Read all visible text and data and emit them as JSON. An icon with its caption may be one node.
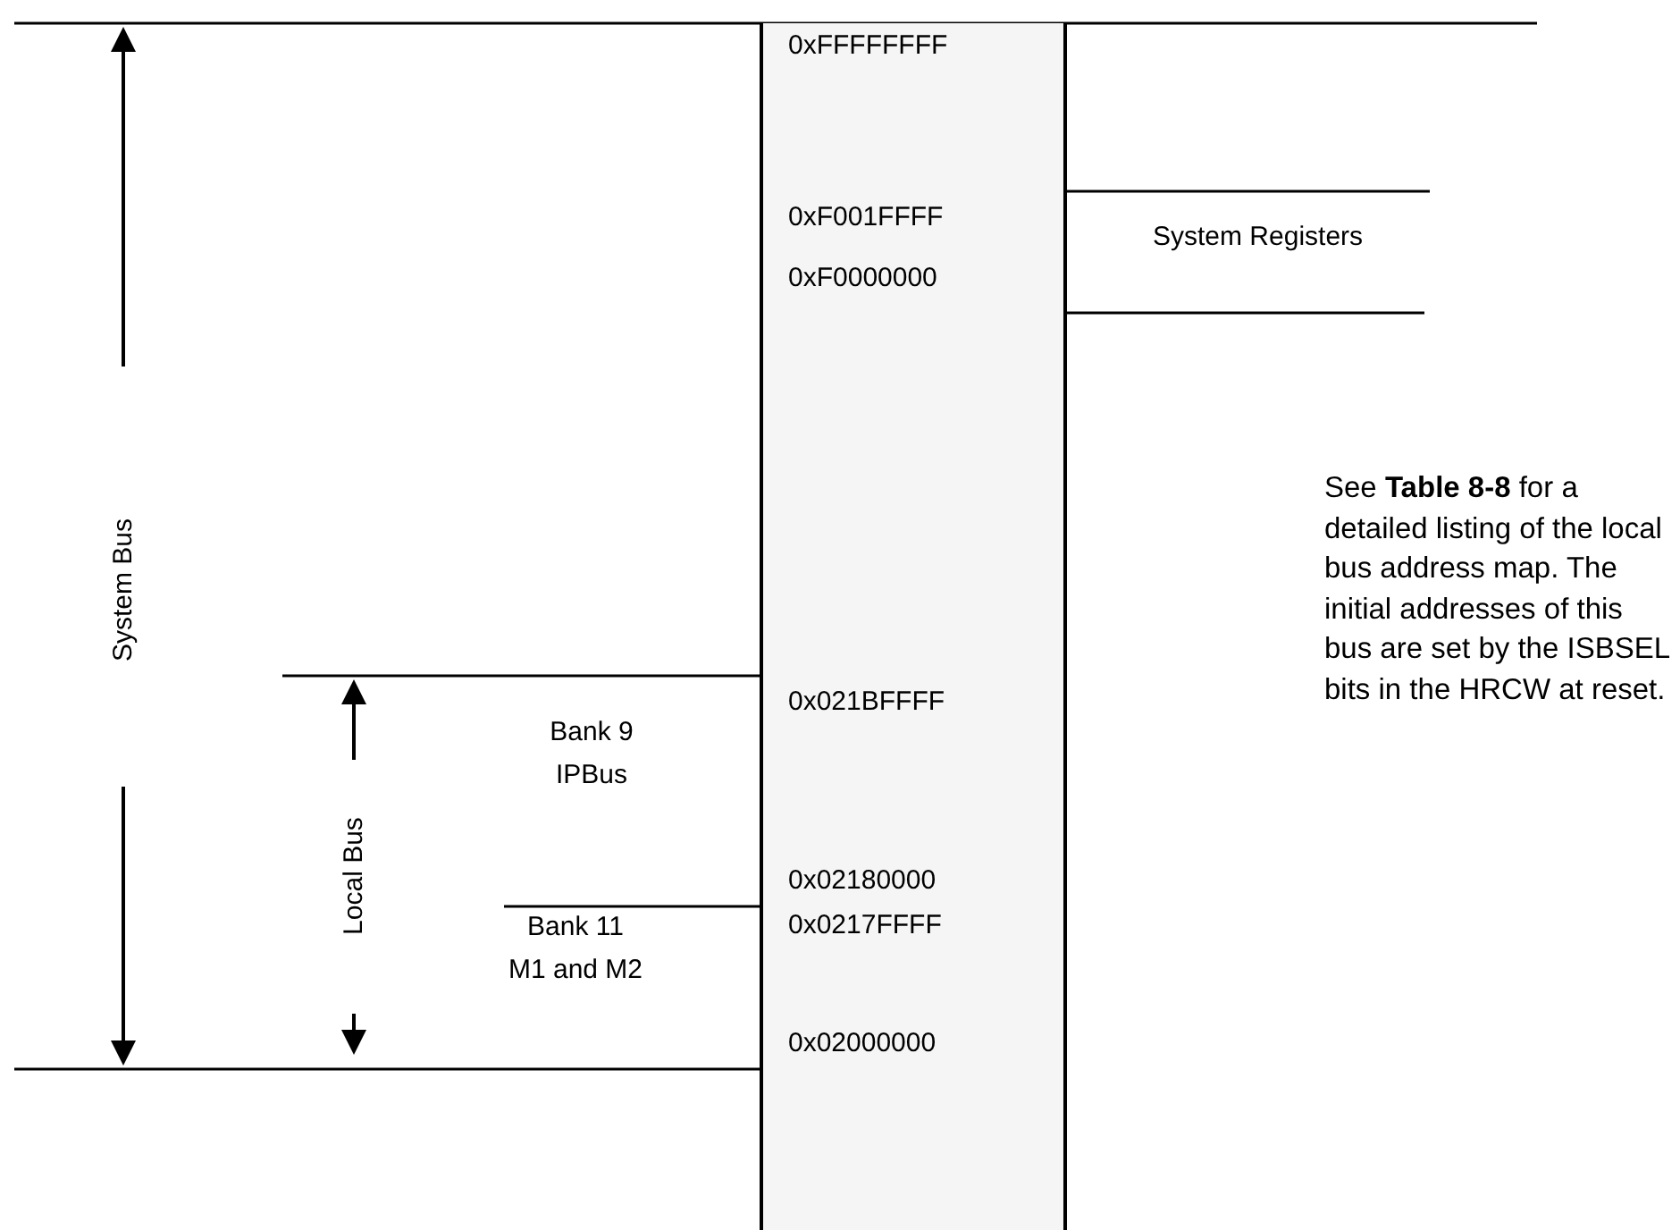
{
  "diagram": {
    "nodes": [
      {
        "text": [
          "0xFFFFFFFF"
        ]
      },
      {
        "text": [
          "0xF001FFFF",
          "0xF0000000"
        ],
        "beside": [
          "System Registers"
        ]
      },
      {
        "text": [],
        "shape": "box"
      },
      {
        "text": [
          "0x021BFFFF",
          "0x02180000"
        ]
      },
      {
        "text": [
          "0x0217FFFF",
          "0x02000000"
        ]
      },
      {
        "text": [],
        "shape": "box"
      }
    ],
    "labels": [
      "System Bus",
      "Local Bus",
      "Bank 9 IPBus",
      "Bank 11 M1 and M2",
      "See **Table 8-8** for a detailed listing of the local bus address map. The initial addresses of this bus are set by the ISBSEL bits in the HRCW at reset."
    ]
  }
}
